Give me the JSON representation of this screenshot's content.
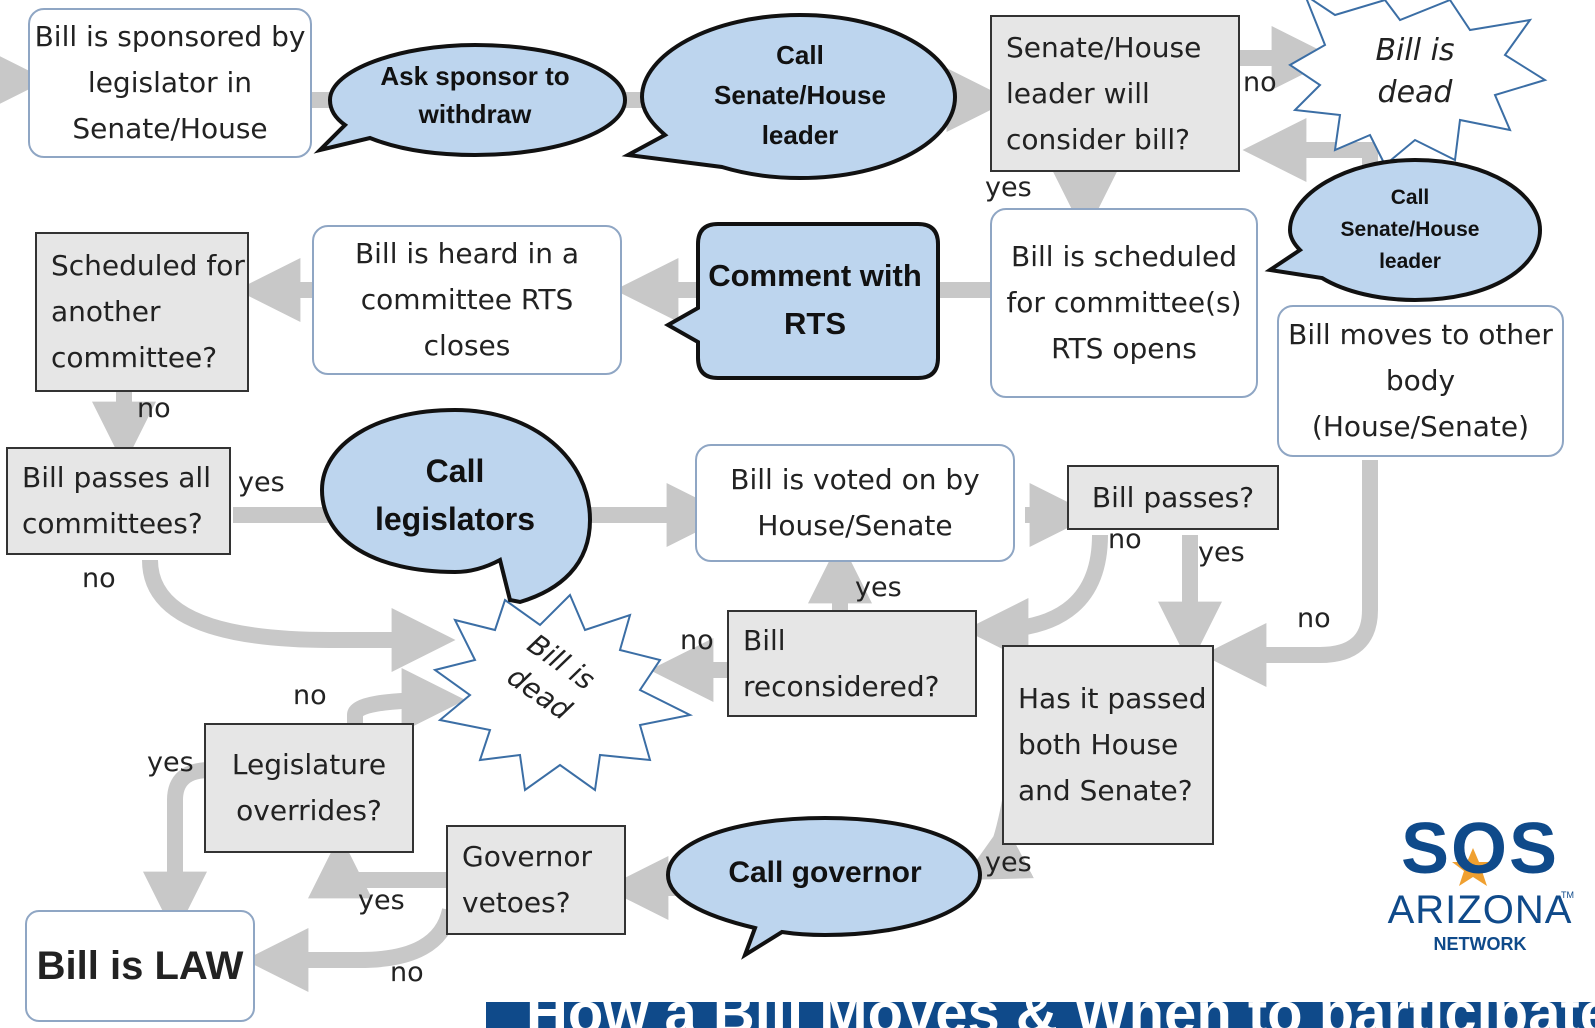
{
  "nodes": {
    "sponsored": "Bill is sponsored by legislator in Senate/House",
    "leader_consider": "Senate/House leader will consider bill?",
    "scheduled_committee": "Bill is scheduled for committee(s) RTS opens",
    "heard": "Bill is heard in a committee RTS closes",
    "another_committee": "Scheduled for another committee?",
    "passes_all": "Bill passes all committees?",
    "voted": "Bill is voted on by House/Senate",
    "bill_passes": "Bill passes?",
    "moves_other": "Bill moves to other body (House/Senate)",
    "reconsidered": "Bill reconsidered?",
    "passed_both": "Has it passed both House and Senate?",
    "overrides": "Legislature overrides?",
    "vetoes": "Governor vetoes?",
    "law": "Bill is LAW"
  },
  "dead": {
    "top": "Bill is dead",
    "middle": "Bill is dead"
  },
  "bubbles": {
    "ask_sponsor": "Ask sponsor to withdraw",
    "call_leader_top": "Call Senate/House leader",
    "call_leader_right": "Call Senate/House leader",
    "comment_rts": "Comment with RTS",
    "call_legislators": "Call legislators",
    "call_governor": "Call governor"
  },
  "labels": {
    "no_top": "no",
    "yes_leader": "yes",
    "no_another": "no",
    "yes_passes_all": "yes",
    "no_passes_all": "no",
    "yes_reconsidered": "yes",
    "no_reconsidered": "no",
    "no_bill_passes": "no",
    "yes_bill_passes": "yes",
    "no_moves": "no",
    "no_overrides": "no",
    "yes_overrides": "yes",
    "yes_vetoes": "yes",
    "no_vetoes": "no",
    "yes_governor": "yes"
  },
  "logo": {
    "mark": "SOS",
    "name": "ARIZONA",
    "sub": "NETWORK",
    "tm": "TM"
  },
  "banner": {
    "title": "How a Bill Moves & When to participate"
  },
  "colors": {
    "bubble_fill": "#bdd5ee",
    "arrow": "#c8c8c8",
    "box_gray": "#e6e6e6",
    "banner": "#0f4a8a",
    "logo_star": "#f0a030"
  }
}
